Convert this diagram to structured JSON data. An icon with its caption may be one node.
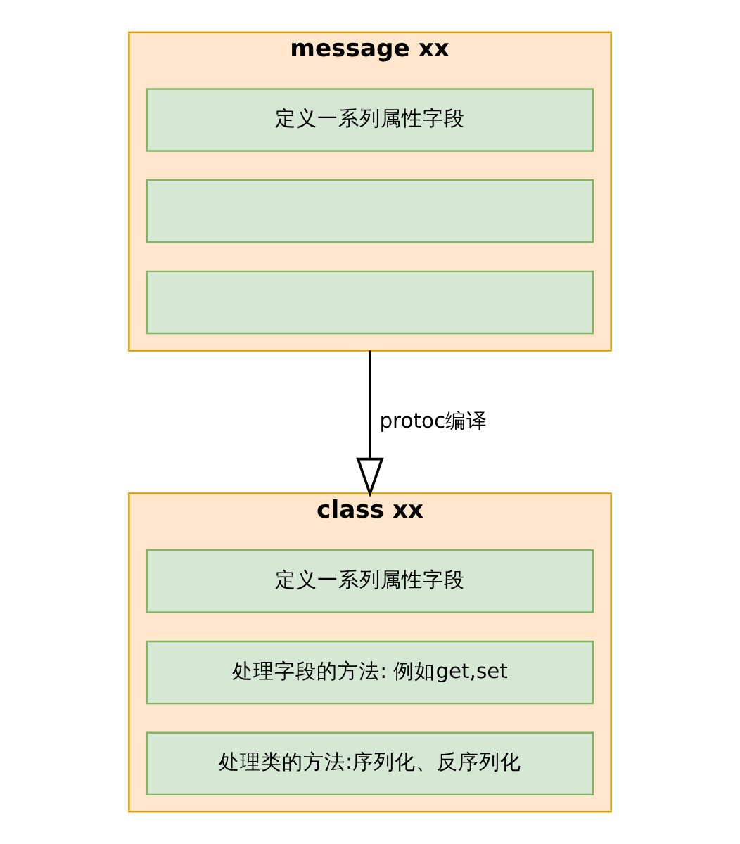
{
  "diagram": {
    "nodes": [
      {
        "text": [
          "message xx"
        ]
      },
      {
        "text": [
          "定义一系列属性字段"
        ],
        "in": 0
      },
      {
        "text": [],
        "shape": "box",
        "in": 0
      },
      {
        "text": [],
        "shape": "box",
        "in": 0
      },
      {
        "text": [
          "class xx"
        ]
      },
      {
        "text": [
          "定义一系列属性字段"
        ],
        "in": 4
      },
      {
        "text": [
          "处理字段的方法: 例如get,set"
        ],
        "in": 4
      },
      {
        "text": [
          "处理类的方法:序列化、反序列化"
        ],
        "in": 4
      }
    ],
    "edges": [
      {
        "from": 0,
        "to": 4,
        "arrow": "to",
        "label": "protoc编译"
      }
    ]
  }
}
